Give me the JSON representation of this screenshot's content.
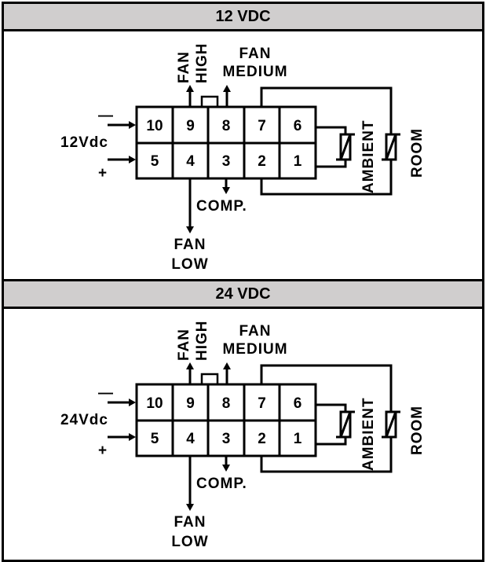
{
  "sections": [
    {
      "title": "12 VDC",
      "supply_label": "12Vdc",
      "minus_label": "—",
      "plus_label": "+",
      "pins_top": [
        "10",
        "9",
        "8",
        "7",
        "6"
      ],
      "pins_bottom": [
        "5",
        "4",
        "3",
        "2",
        "1"
      ],
      "fan_high_label": [
        "FAN",
        "HIGH"
      ],
      "fan_medium_label": [
        "FAN",
        "MEDIUM"
      ],
      "comp_label": "COMP.",
      "fan_low_label": [
        "FAN",
        "LOW"
      ],
      "ambient_label": "AMBIENT",
      "room_label": "ROOM"
    },
    {
      "title": "24 VDC",
      "supply_label": "24Vdc",
      "minus_label": "—",
      "plus_label": "+",
      "pins_top": [
        "10",
        "9",
        "8",
        "7",
        "6"
      ],
      "pins_bottom": [
        "5",
        "4",
        "3",
        "2",
        "1"
      ],
      "fan_high_label": [
        "FAN",
        "HIGH"
      ],
      "fan_medium_label": [
        "FAN",
        "MEDIUM"
      ],
      "comp_label": "COMP.",
      "fan_low_label": [
        "FAN",
        "LOW"
      ],
      "ambient_label": "AMBIENT",
      "room_label": "ROOM"
    }
  ],
  "colors": {
    "header_bg": "#d0cece",
    "line": "#000000"
  }
}
